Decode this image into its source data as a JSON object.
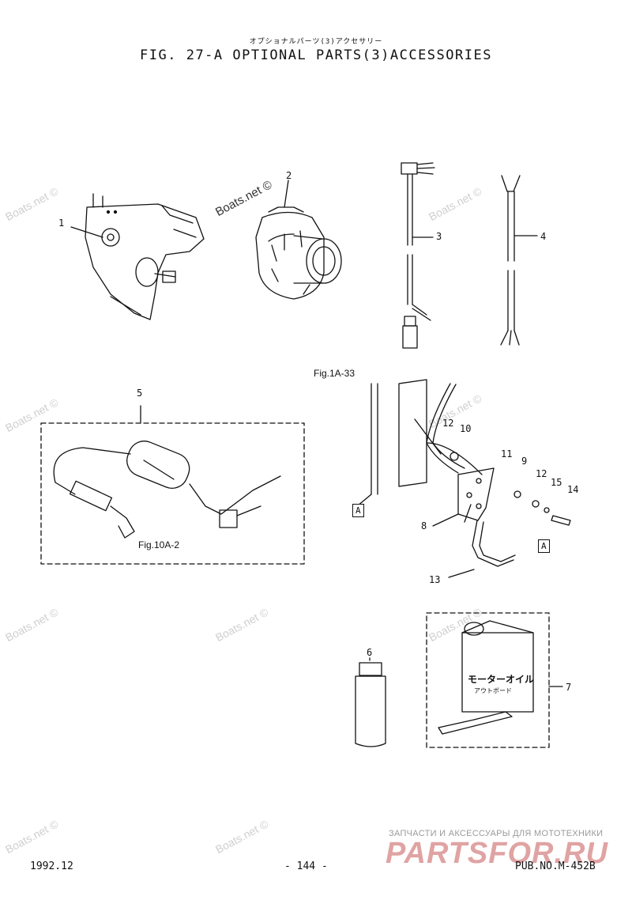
{
  "header": {
    "subtitle_jp": "オプショナルパーツ(3)アクセサリー",
    "title": "FIG. 27-A OPTIONAL PARTS(3)ACCESSORIES"
  },
  "callouts": [
    "1",
    "2",
    "3",
    "4",
    "5",
    "6",
    "7",
    "8",
    "9",
    "10",
    "11",
    "12",
    "12",
    "13",
    "14",
    "15"
  ],
  "figure_refs": {
    "fig_1a33": "Fig.1A-33",
    "fig_10a2": "Fig.10A-2"
  },
  "box_labels": {
    "a1": "A",
    "a2": "A"
  },
  "bottle_label": {
    "line1": "モーターオイル",
    "line2": "アウトボード"
  },
  "watermark": "Boats.net ©",
  "footer": {
    "date": "1992.12",
    "page": "- 144 -",
    "pub": "PUB.NO.M-452B"
  },
  "store": {
    "name": "ЗАПЧАСТИ И АКСЕССУАРЫ ДЛЯ МОТОТЕХНИКИ",
    "logo": "PARTSFOR.RU"
  }
}
